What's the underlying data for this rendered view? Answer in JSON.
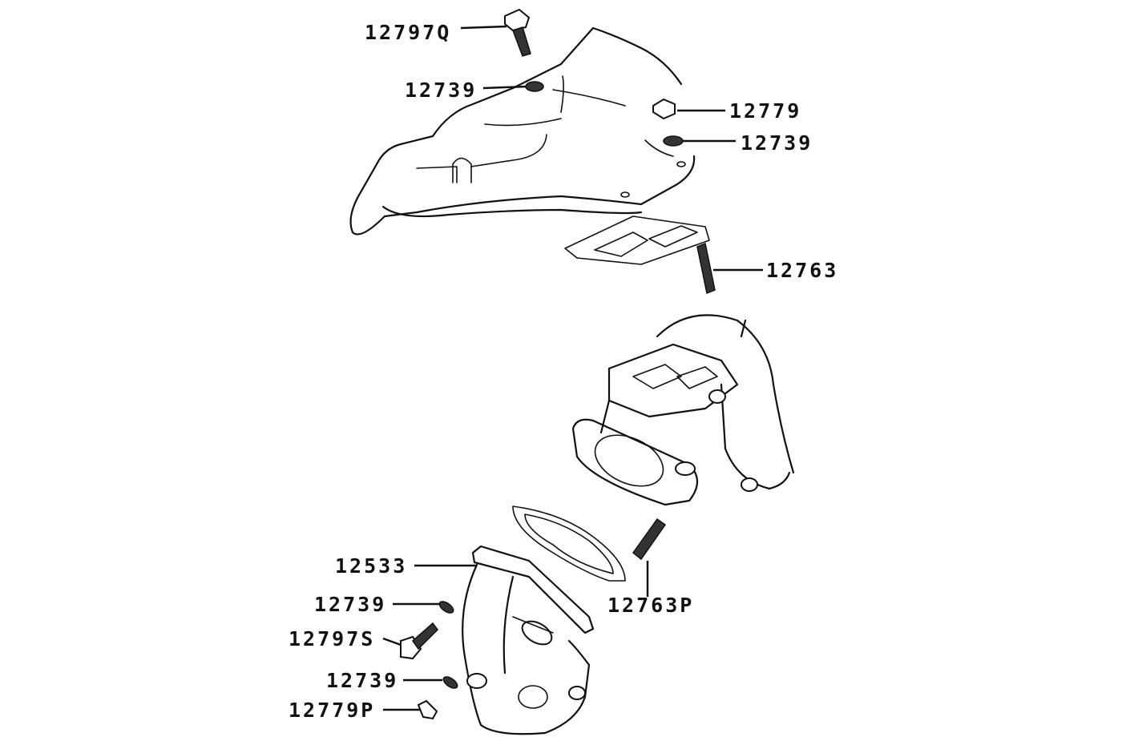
{
  "diagram": {
    "type": "exploded parts diagram",
    "labels": [
      {
        "id": "bolt-top",
        "text": "12797Q"
      },
      {
        "id": "washer-top",
        "text": "12739"
      },
      {
        "id": "nut-right",
        "text": "12779"
      },
      {
        "id": "washer-right",
        "text": "12739"
      },
      {
        "id": "stud-upper",
        "text": "12763"
      },
      {
        "id": "elbow",
        "text": "12533"
      },
      {
        "id": "washer-lower-1",
        "text": "12739"
      },
      {
        "id": "bolt-lower",
        "text": "12797S"
      },
      {
        "id": "stud-lower",
        "text": "12763P"
      },
      {
        "id": "washer-lower-2",
        "text": "12739"
      },
      {
        "id": "nut-lower",
        "text": "12779P"
      }
    ]
  }
}
